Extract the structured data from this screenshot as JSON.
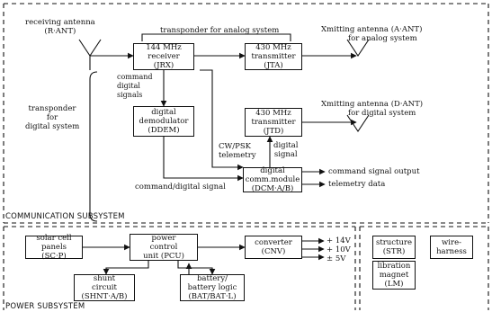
{
  "sections": {
    "communication": "COMMUNICATION SUBSYSTEM",
    "power": "POWER SUBSYSTEM"
  },
  "antennas": {
    "receiving": [
      "receiving antenna",
      "(R·ANT)"
    ],
    "analog": [
      "Xmitting antenna (A·ANT)",
      "for analog system"
    ],
    "digital": [
      "Xmitting antenna (D·ANT)",
      "for digital system"
    ]
  },
  "labels": {
    "transponder_analog": "transponder for analog system",
    "transponder_digital": [
      "transponder",
      "for",
      "digital system"
    ],
    "command_digital_signals": [
      "command",
      "digital",
      "signals"
    ],
    "cw_psk_telemetry": [
      "CW/PSK",
      "telemetry"
    ],
    "digital_signal": [
      "digital",
      "signal"
    ],
    "command_digital_signal": "command/digital signal",
    "command_signal_output": "command signal output",
    "telemetry_data": "telemetry data"
  },
  "blocks": {
    "jrx": [
      "144 MHz",
      "receiver",
      "(JRX)"
    ],
    "jta": [
      "430 MHz",
      "transmitter",
      "(JTA)"
    ],
    "ddem": [
      "digital",
      "demodulator",
      "(DDEM)"
    ],
    "jtd": [
      "430 MHz",
      "transmitter",
      "(JTD)"
    ],
    "dcm": [
      "digital",
      "comm.module",
      "(DCM·A/B)"
    ],
    "scp": [
      "solar cell",
      "panels",
      "(SC·P)"
    ],
    "pcu": [
      "power",
      "control",
      "unit (PCU)"
    ],
    "cnv": [
      "converter",
      "(CNV)"
    ],
    "shunt": [
      "shunt",
      "circuit",
      "(SHNT·A/B)"
    ],
    "bat": [
      "battery/",
      "battery logic",
      "(BAT/BAT·L)"
    ],
    "str": [
      "structure",
      "(STR)"
    ],
    "wire": [
      "wire-",
      "harness"
    ],
    "lm": [
      "libration",
      "magnet",
      "(LM)"
    ]
  },
  "voltages": [
    "+ 14V",
    "+ 10V",
    "±  5V"
  ]
}
